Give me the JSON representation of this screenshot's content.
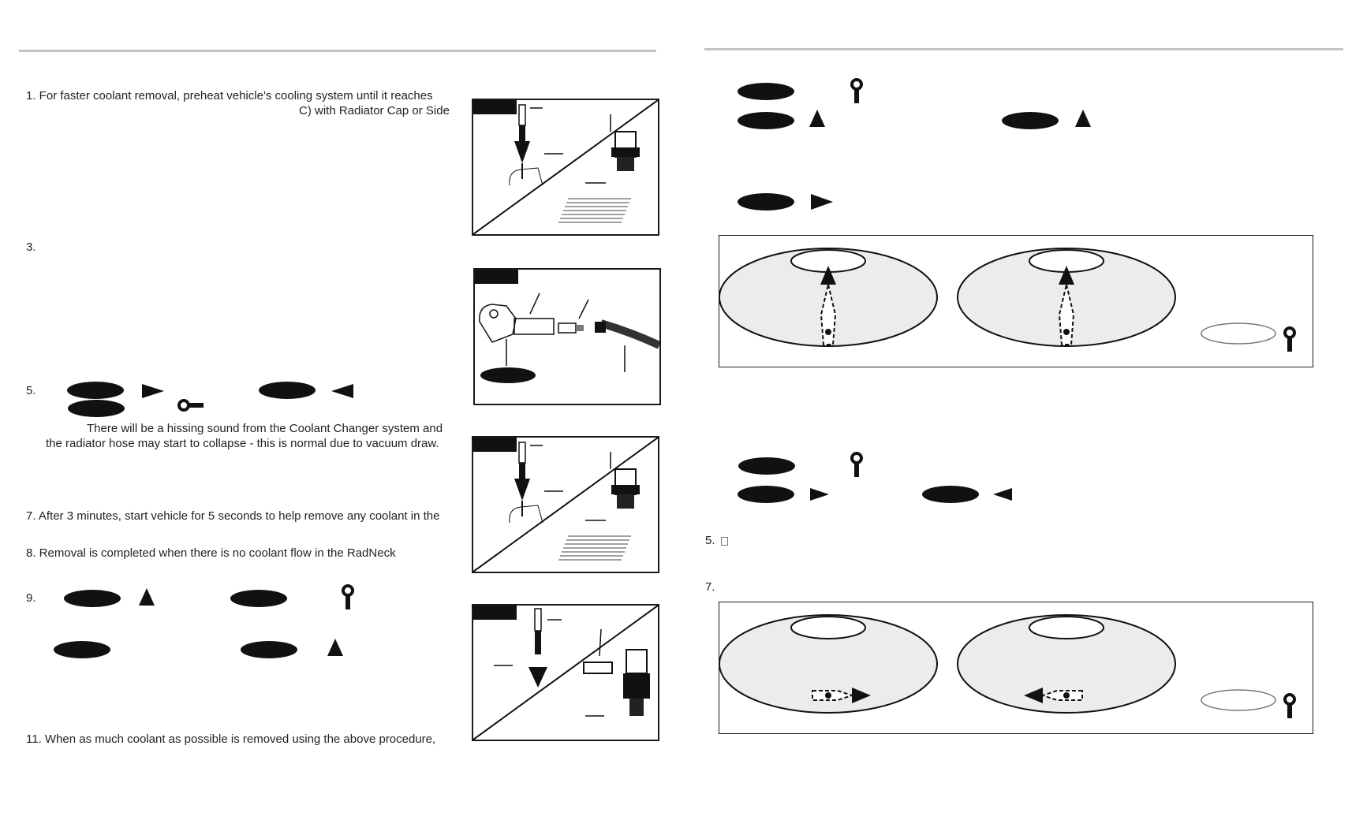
{
  "left": {
    "step1_line1": "1.   For faster coolant removal, preheat vehicle's cooling system until it reaches",
    "step1_line2": "C) with Radiator Cap or Side",
    "step3_num": "3.",
    "step5_num": "5.",
    "step5_line1": "There will be a hissing sound from the Coolant Changer system and",
    "step5_line2": "the radiator hose may start to collapse - this is normal due to vacuum draw.",
    "step7": "7.   After 3 minutes, start vehicle for 5 seconds to help remove any coolant in the",
    "step8": "8.   Removal is completed when there is no coolant flow in the RadNeck",
    "step9_num": "9.",
    "step11": "11. When as much coolant as possible is removed using the above procedure,"
  },
  "right": {
    "step5_num": "5.",
    "step7_num": "7."
  },
  "icons": {
    "knob": "black-oval-knob-icon",
    "up": "triangle-up-icon",
    "right": "triangle-right-icon",
    "left": "triangle-left-icon",
    "key": "key-icon"
  },
  "colors": {
    "rule": "#c4c4c4",
    "ink": "#111111",
    "panel_fill": "#ececec"
  }
}
